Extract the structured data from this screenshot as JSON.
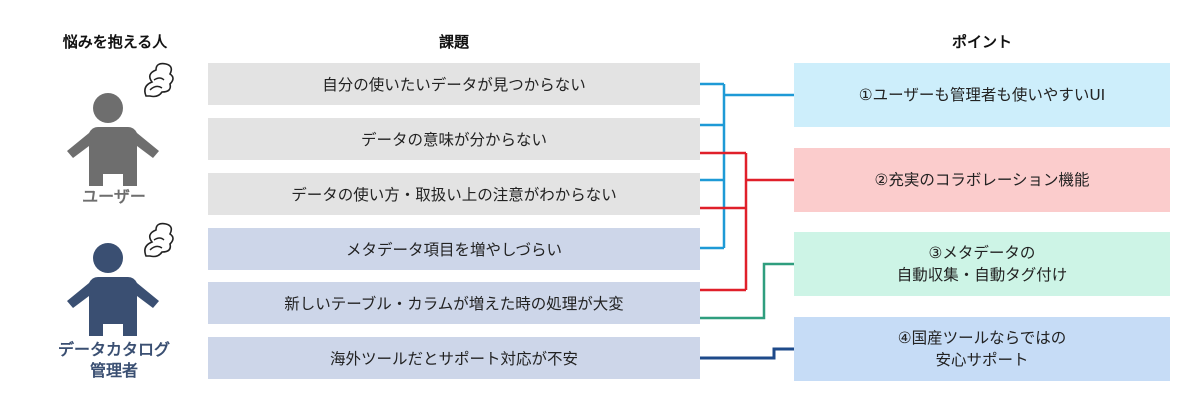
{
  "headers": {
    "people": "悩みを抱える人",
    "issues": "課題",
    "points": "ポイント"
  },
  "roles": [
    {
      "label": "ユーザー",
      "color": "#6e6e6e"
    },
    {
      "label": "データカタログ\n管理者",
      "color": "#3a4f72"
    }
  ],
  "issues": [
    {
      "text": "自分の使いたいデータが見つからない",
      "bg": "#e3e3e3"
    },
    {
      "text": "データの意味が分からない",
      "bg": "#e3e3e3"
    },
    {
      "text": "データの使い方・取扱い上の注意がわからない",
      "bg": "#e3e3e3"
    },
    {
      "text": "メタデータ項目を増やしづらい",
      "bg": "#cdd6e9"
    },
    {
      "text": "新しいテーブル・カラムが増えた時の処理が大変",
      "bg": "#cdd6e9"
    },
    {
      "text": "海外ツールだとサポート対応が不安",
      "bg": "#cdd6e9"
    }
  ],
  "points": [
    {
      "text": "①ユーザーも管理者も使いやすいUI",
      "bg": "#cdeefb"
    },
    {
      "text": "②充実のコラボレーション機能",
      "bg": "#fbcccc"
    },
    {
      "text": "③メタデータの\n自動収集・自動タグ付け",
      "bg": "#cdf4e6"
    },
    {
      "text": "④国産ツールならではの\n安心サポート",
      "bg": "#c6dcf6"
    }
  ],
  "connector_colors": {
    "ui": "#1e9ad6",
    "collab": "#e0202a",
    "auto": "#2f9e7e",
    "support": "#1e4a8a"
  }
}
